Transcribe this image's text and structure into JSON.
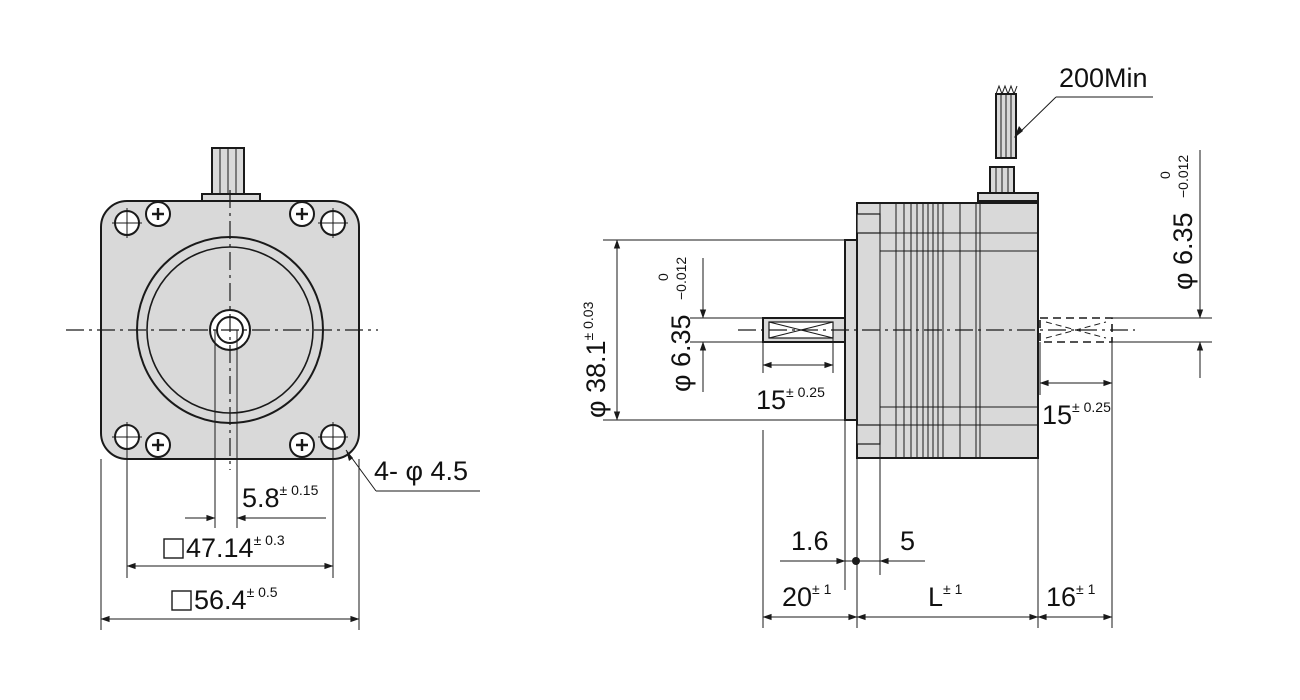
{
  "labels": {
    "lead_length": "200Min",
    "shaft_dia_rear": "φ 6.35",
    "shaft_dia_rear_tol_upper": "0",
    "shaft_dia_rear_tol_lower": "−0.012",
    "pilot_dia": "φ 38.1",
    "pilot_dia_tol": "± 0.03",
    "shaft_dia_front": "φ 6.35",
    "shaft_dia_front_tol_upper": "0",
    "shaft_dia_front_tol_lower": "−0.012",
    "flat_len_front": "15",
    "flat_len_front_tol": "± 0.25",
    "flat_len_rear": "15",
    "flat_len_rear_tol": "± 0.25",
    "mount_holes": "4- φ 4.5",
    "shaft_offset": "5.8",
    "shaft_offset_tol": "± 0.15",
    "hole_pitch": "47.14",
    "hole_pitch_tol": "± 0.3",
    "flange_size": "56.4",
    "flange_size_tol": "± 0.5",
    "flange_thk": "1.6",
    "pilot_len": "5",
    "shaft_len_front": "20",
    "shaft_len_front_tol": "± 1",
    "body_len": "L",
    "body_len_tol": "± 1",
    "shaft_len_rear": "16",
    "shaft_len_rear_tol": "± 1"
  }
}
